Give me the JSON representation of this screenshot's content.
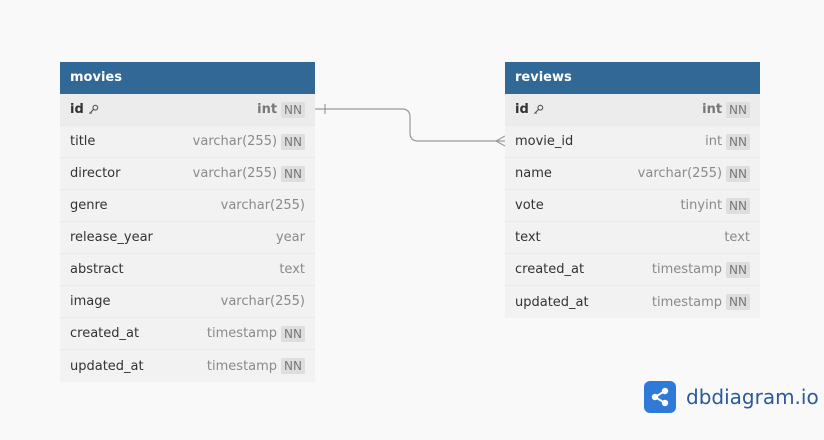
{
  "tables": [
    {
      "name": "movies",
      "columns": [
        {
          "name": "id",
          "type": "int",
          "nn": "NN",
          "pk": true
        },
        {
          "name": "title",
          "type": "varchar(255)",
          "nn": "NN"
        },
        {
          "name": "director",
          "type": "varchar(255)",
          "nn": "NN"
        },
        {
          "name": "genre",
          "type": "varchar(255)",
          "nn": ""
        },
        {
          "name": "release_year",
          "type": "year",
          "nn": ""
        },
        {
          "name": "abstract",
          "type": "text",
          "nn": ""
        },
        {
          "name": "image",
          "type": "varchar(255)",
          "nn": ""
        },
        {
          "name": "created_at",
          "type": "timestamp",
          "nn": "NN"
        },
        {
          "name": "updated_at",
          "type": "timestamp",
          "nn": "NN"
        }
      ]
    },
    {
      "name": "reviews",
      "columns": [
        {
          "name": "id",
          "type": "int",
          "nn": "NN",
          "pk": true
        },
        {
          "name": "movie_id",
          "type": "int",
          "nn": "NN"
        },
        {
          "name": "name",
          "type": "varchar(255)",
          "nn": "NN"
        },
        {
          "name": "vote",
          "type": "tinyint",
          "nn": "NN"
        },
        {
          "name": "text",
          "type": "text",
          "nn": ""
        },
        {
          "name": "created_at",
          "type": "timestamp",
          "nn": "NN"
        },
        {
          "name": "updated_at",
          "type": "timestamp",
          "nn": "NN"
        }
      ]
    }
  ],
  "relations": [
    {
      "from": "movies.id",
      "to": "reviews.movie_id",
      "type": "one-to-many"
    }
  ],
  "brand": {
    "name": "dbdiagram.io",
    "icon": "share-nodes-icon",
    "accent": "#2f79d8"
  },
  "colors": {
    "header": "#316896",
    "background": "#f9f9f9"
  }
}
